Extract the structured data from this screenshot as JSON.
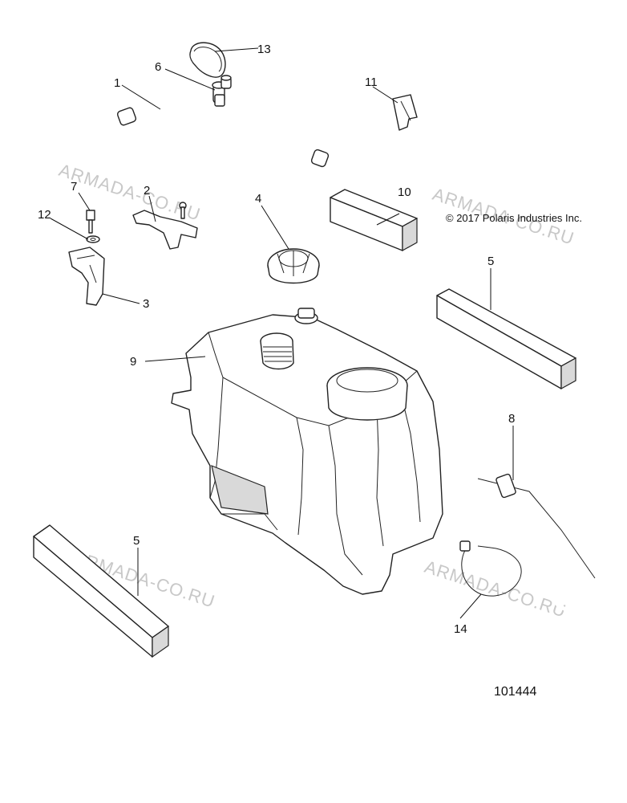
{
  "copyright": "© 2017 Polaris Industries Inc.",
  "diagram_number": "101444",
  "watermark": "ARMADA-CO.RU",
  "callouts": {
    "c1": "1",
    "c2": "2",
    "c3": "3",
    "c4": "4",
    "c5a": "5",
    "c5b": "5",
    "c6": "6",
    "c7": "7",
    "c8": "8",
    "c9": "9",
    "c10": "10",
    "c11": "11",
    "c12": "12",
    "c13": "13",
    "c14": "14"
  }
}
